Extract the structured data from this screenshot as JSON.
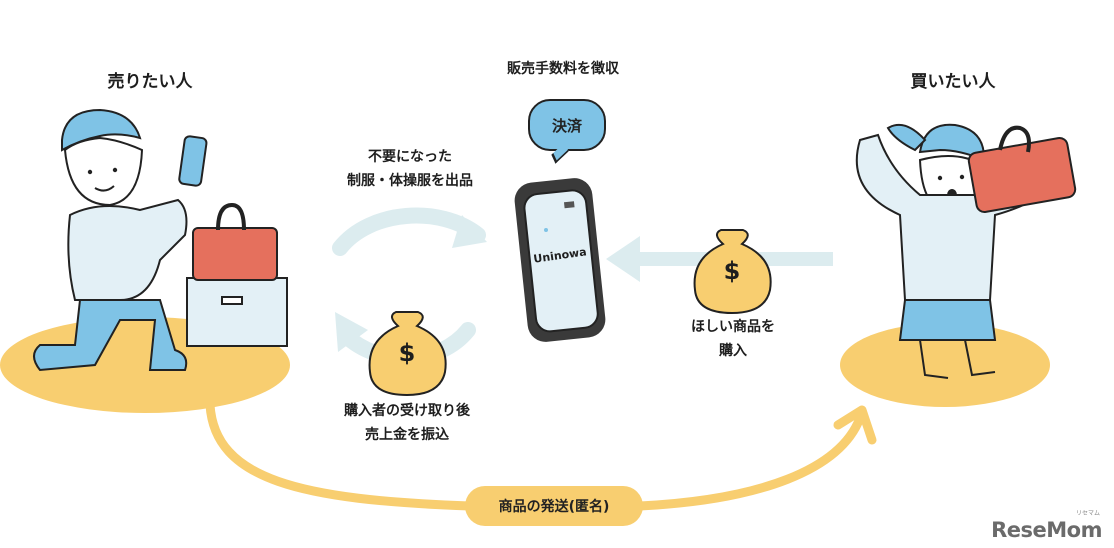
{
  "seller": {
    "title": "売りたい人"
  },
  "buyer": {
    "title": "買いたい人"
  },
  "platform": {
    "fee_label": "販売手数料を徴収",
    "bubble_label": "決済",
    "app_logo": "Uninowa"
  },
  "flows": {
    "listing_line1": "不要になった",
    "listing_line2": "制服・体操服を出品",
    "payout_line1": "購入者の受け取り後",
    "payout_line2": "売上金を振込",
    "purchase_line1": "ほしい商品を",
    "purchase_line2": "購入",
    "shipping": "商品の発送(匿名)"
  },
  "money_symbol": "$",
  "watermark": {
    "brand": "ReseMom",
    "sub": "リセマム"
  },
  "colors": {
    "ground": "#f8ce70",
    "arrow": "#dcecef",
    "skin_top": "#e3f0f6",
    "hair": "#7fc3e6",
    "bag": "#e5705d",
    "bubble": "#7fc3e6"
  },
  "icons": [
    "smartphone-icon",
    "money-bag-icon",
    "speech-bubble-icon",
    "bag-icon",
    "box-icon"
  ]
}
